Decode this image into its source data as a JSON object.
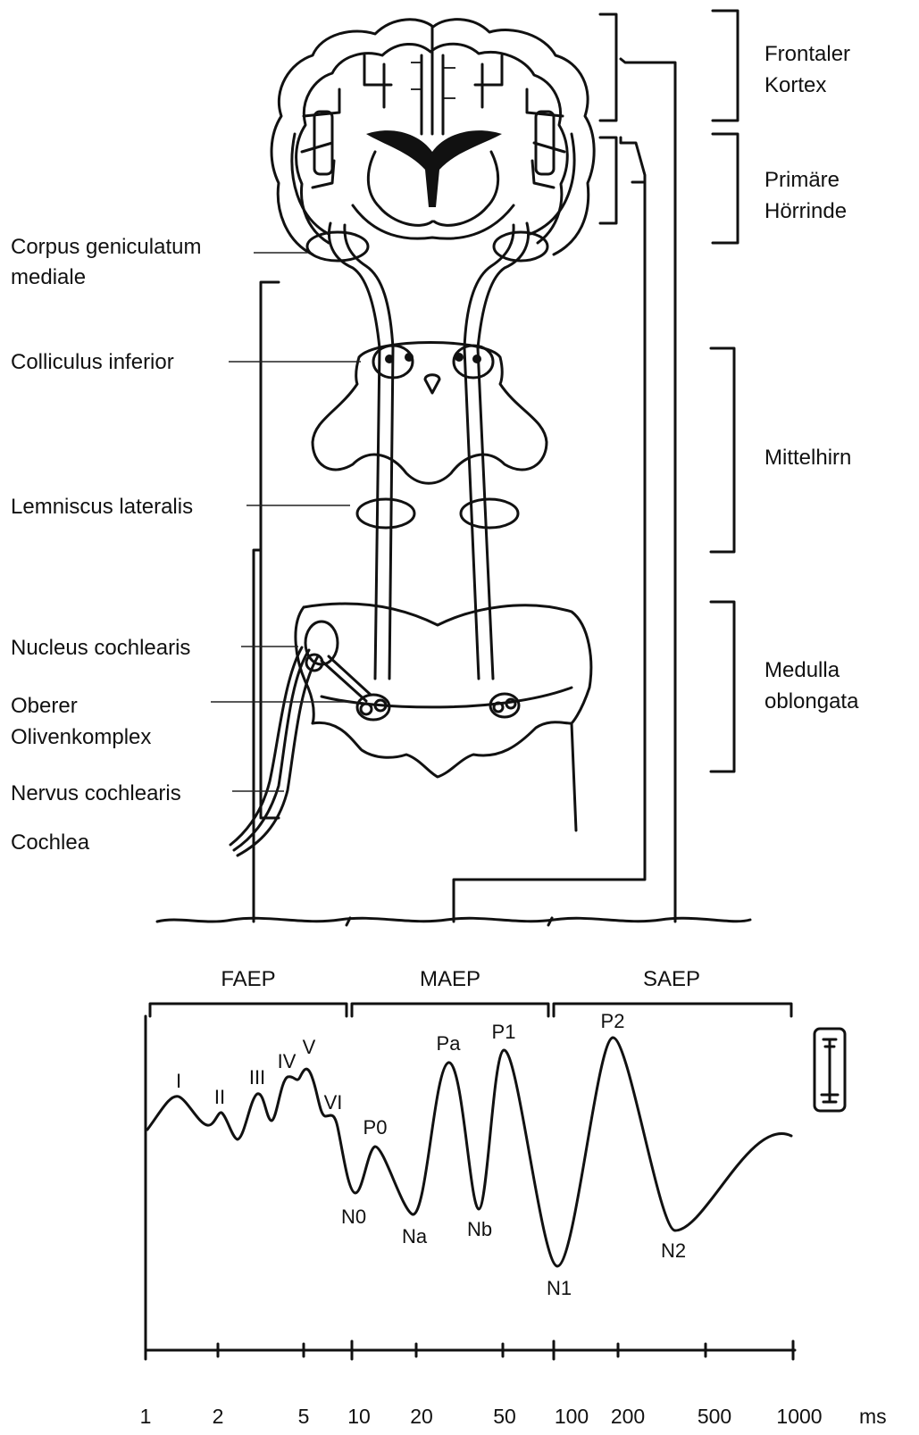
{
  "anatomy_labels": {
    "corpus_geniculatum": [
      "Corpus geniculatum",
      "mediale"
    ],
    "colliculus": "Colliculus inferior",
    "lemniscus": "Lemniscus lateralis",
    "nucleus_cochlearis": "Nucleus cochlearis",
    "olivenkomplex": [
      "Oberer",
      "Olivenkomplex"
    ],
    "nervus": "Nervus cochlearis",
    "cochlea": "Cochlea"
  },
  "region_labels": {
    "frontaler_kortex": [
      "Frontaler",
      "Kortex"
    ],
    "primaere_hoerrinde": [
      "Primäre",
      "Hörrinde"
    ],
    "mittelhirn": "Mittelhirn",
    "medulla": [
      "Medulla",
      "oblongata"
    ]
  },
  "waveform": {
    "sections": [
      "FAEP",
      "MAEP",
      "SAEP"
    ],
    "peaks": [
      "I",
      "II",
      "III",
      "IV",
      "V",
      "VI",
      "P0",
      "Pa",
      "P1",
      "P2"
    ],
    "troughs": [
      "N0",
      "Na",
      "Nb",
      "N1",
      "N2"
    ],
    "x_ticks": [
      "1",
      "2",
      "5",
      "10",
      "20",
      "50",
      "100",
      "200",
      "500",
      "1000"
    ],
    "x_unit": "ms",
    "scale_glyph": "polarity-scale-icon"
  }
}
